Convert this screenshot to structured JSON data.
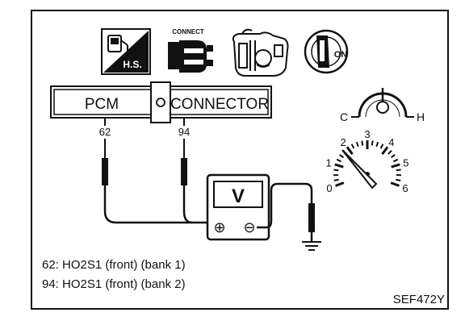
{
  "icons": [
    {
      "name": "gas-hs-icon",
      "label": "H.S."
    },
    {
      "name": "connect-icon",
      "label": "CONNECT"
    },
    {
      "name": "engine-icon",
      "label": ""
    },
    {
      "name": "ignition-key-icon",
      "label": "ON"
    }
  ],
  "pcm_box": {
    "left_label": "PCM",
    "right_label": "CONNECTOR"
  },
  "terminals": [
    "62",
    "94"
  ],
  "temp_gauge": {
    "cold_label": "C",
    "hot_label": "H"
  },
  "tachometer": {
    "scale": [
      "0",
      "1",
      "2",
      "3",
      "4",
      "5",
      "6"
    ]
  },
  "voltmeter": {
    "label": "V",
    "plus": "⊕",
    "minus": "⊖"
  },
  "legend": [
    "62: HO2S1 (front) (bank 1)",
    "94: HO2S1 (front) (bank 2)"
  ],
  "figure_code": "SEF472Y"
}
